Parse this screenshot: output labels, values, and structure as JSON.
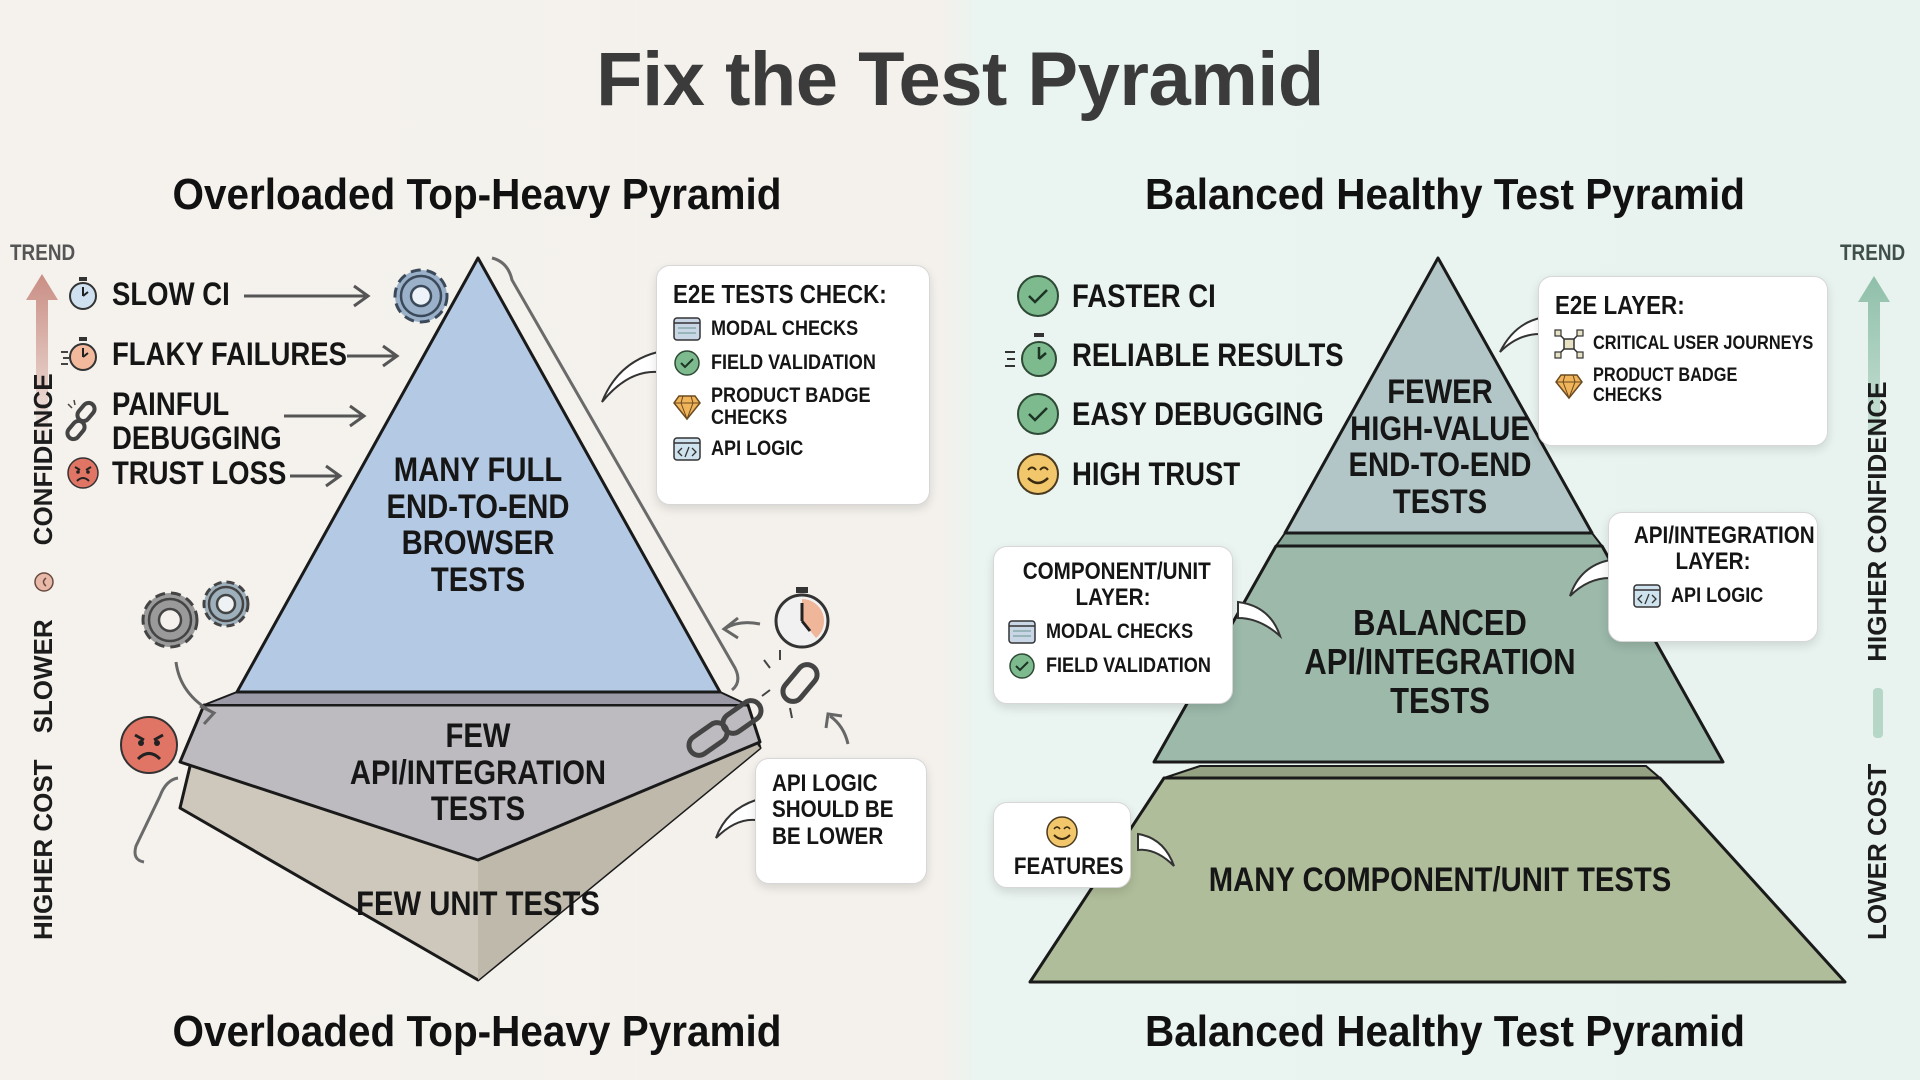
{
  "title": "Fix the Test Pyramid",
  "left": {
    "heading_top": "Overloaded Top-Heavy Pyramid",
    "heading_bottom": "Overloaded Top-Heavy Pyramid",
    "trend": {
      "label": "TREND",
      "axis_labels": [
        "HIGHER COST",
        "SLOWER",
        "CONFIDENCE"
      ],
      "arrow_color": "#c98e84"
    },
    "issues": [
      {
        "icon": "stopwatch-icon",
        "label": "SLOW CI"
      },
      {
        "icon": "fast-stopwatch-icon",
        "label": "FLAKY FAILURES"
      },
      {
        "icon": "broken-chain-icon",
        "label": "PAINFUL DEBUGGING",
        "lines": [
          "PAINFUL",
          "DEBUGGING"
        ]
      },
      {
        "icon": "angry-face-icon",
        "label": "TRUST LOSS"
      }
    ],
    "layers": {
      "top": {
        "lines": [
          "MANY FULL",
          "END-TO-END",
          "BROWSER",
          "TESTS"
        ],
        "color": "#b4c9e4"
      },
      "middle": {
        "lines": [
          "FEW",
          "API/INTEGRATION",
          "TESTS"
        ],
        "color": "#bdbac0"
      },
      "bottom": {
        "lines": [
          "FEW UNIT TESTS"
        ],
        "color": "#cdc8bb"
      }
    },
    "callouts": {
      "e2e_check": {
        "title": "E2E TESTS CHECK:",
        "items": [
          {
            "icon": "modal-window-icon",
            "label": "MODAL CHECKS"
          },
          {
            "icon": "check-circle-icon",
            "label": "FIELD VALIDATION"
          },
          {
            "icon": "diamond-badge-icon",
            "label": "PRODUCT BADGE CHECKS",
            "lines": [
              "PRODUCT BADGE",
              "CHECKS"
            ]
          },
          {
            "icon": "code-window-icon",
            "label": "API LOGIC"
          }
        ]
      },
      "api_logic_note": {
        "lines": [
          "API LOGIC",
          "SHOULD BE",
          "BE LOWER"
        ]
      }
    }
  },
  "right": {
    "heading_top": "Balanced Healthy Test Pyramid",
    "heading_bottom": "Balanced Healthy Test Pyramid",
    "trend": {
      "label": "TREND",
      "axis_labels": [
        "LOWER COST",
        "HIGHER CONFIDENCE"
      ],
      "arrow_color": "#8fbfa9"
    },
    "benefits": [
      {
        "icon": "check-circle-icon",
        "label": "FASTER CI"
      },
      {
        "icon": "fast-stopwatch-icon",
        "label": "RELIABLE RESULTS"
      },
      {
        "icon": "check-circle-icon",
        "label": "EASY DEBUGGING"
      },
      {
        "icon": "smiley-face-icon",
        "label": "HIGH TRUST"
      }
    ],
    "layers": {
      "top": {
        "lines": [
          "FEWER",
          "HIGH-VALUE",
          "END-TO-END",
          "TESTS"
        ],
        "color": "#b3c6c7"
      },
      "middle": {
        "lines": [
          "BALANCED",
          "API/INTEGRATION",
          "TESTS"
        ],
        "color": "#9cb9aa"
      },
      "bottom": {
        "lines": [
          "MANY COMPONENT/UNIT TESTS"
        ],
        "color": "#afbd9a"
      }
    },
    "callouts": {
      "e2e_layer": {
        "title": "E2E LAYER:",
        "items": [
          {
            "icon": "user-journey-icon",
            "label": "CRITICAL USER JOURNEYS"
          },
          {
            "icon": "diamond-badge-icon",
            "label": "PRODUCT BADGE CHECKS",
            "lines": [
              "PRODUCT BADGE",
              "CHECKS"
            ]
          }
        ]
      },
      "api_layer": {
        "title_lines": [
          "API/INTEGRATION",
          "LAYER:"
        ],
        "items": [
          {
            "icon": "code-window-icon",
            "label": "API LOGIC"
          }
        ]
      },
      "component_layer": {
        "title_lines": [
          "COMPONENT/UNIT",
          "LAYER:"
        ],
        "items": [
          {
            "icon": "modal-window-icon",
            "label": "MODAL CHECKS"
          },
          {
            "icon": "check-circle-icon",
            "label": "FIELD VALIDATION"
          }
        ]
      },
      "features": {
        "icon": "smiley-face-icon",
        "label": "FEATURES"
      }
    }
  },
  "colors": {
    "left_bg": "#f4f1ec",
    "right_bg": "#e8f3ef",
    "title": "#3b3b3b",
    "outline": "#1a1a1a",
    "check_green": "#7dbb8f",
    "angry_red": "#e07565",
    "smiley_yellow": "#f2c66b",
    "diamond_orange": "#f0b45a"
  }
}
